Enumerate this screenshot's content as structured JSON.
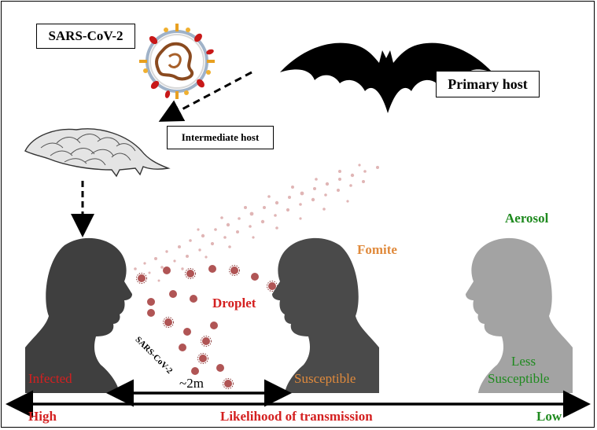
{
  "labels": {
    "virus": "SARS-CoV-2",
    "primary_host": "Primary host",
    "intermediate_host": "Intermediate host",
    "aerosol": "Aerosol",
    "fomite": "Fomite",
    "droplet": "Droplet",
    "droplet_virus": "SARS-CoV-2",
    "infected": "Infected",
    "susceptible": "Susceptible",
    "less_susceptible_1": "Less",
    "less_susceptible_2": "Susceptible",
    "distance": "~2m",
    "high": "High",
    "likelihood": "Likelihood of transmission",
    "low": "Low"
  },
  "colors": {
    "red": "#d42020",
    "orange": "#e08a3c",
    "green": "#1f8a1f",
    "dark_head": "#3f3f3f",
    "mid_head": "#4a4a4a",
    "light_head": "#a3a3a3"
  },
  "icons": [
    "coronavirus-icon",
    "bat-icon",
    "pangolin-icon",
    "human-head-icon"
  ]
}
